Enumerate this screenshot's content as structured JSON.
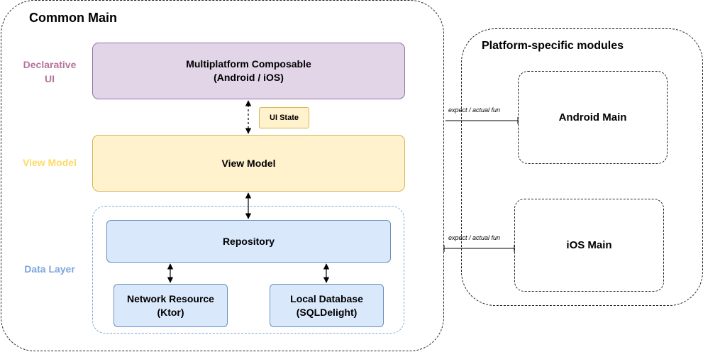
{
  "common_main": {
    "title": "Common Main",
    "side_labels": {
      "declarative_ui": "Declarative\nUI",
      "view_model": "View Model",
      "data_layer": "Data Layer"
    },
    "boxes": {
      "composable": "Multiplatform Composable\n(Android / iOS)",
      "ui_state": "UI State",
      "view_model": "View Model",
      "repository": "Repository",
      "network": "Network Resource\n(Ktor)",
      "local_db": "Local Database\n(SQLDelight)"
    }
  },
  "platform": {
    "title": "Platform-specific modules",
    "android": "Android Main",
    "ios": "iOS Main",
    "edge_label_top": "expect / actual fun",
    "edge_label_bottom": "expect / actual fun"
  },
  "colors": {
    "declarative_label": "#b5739d",
    "viewmodel_label": "#ffd966",
    "datalayer_label": "#7ea6e0"
  }
}
